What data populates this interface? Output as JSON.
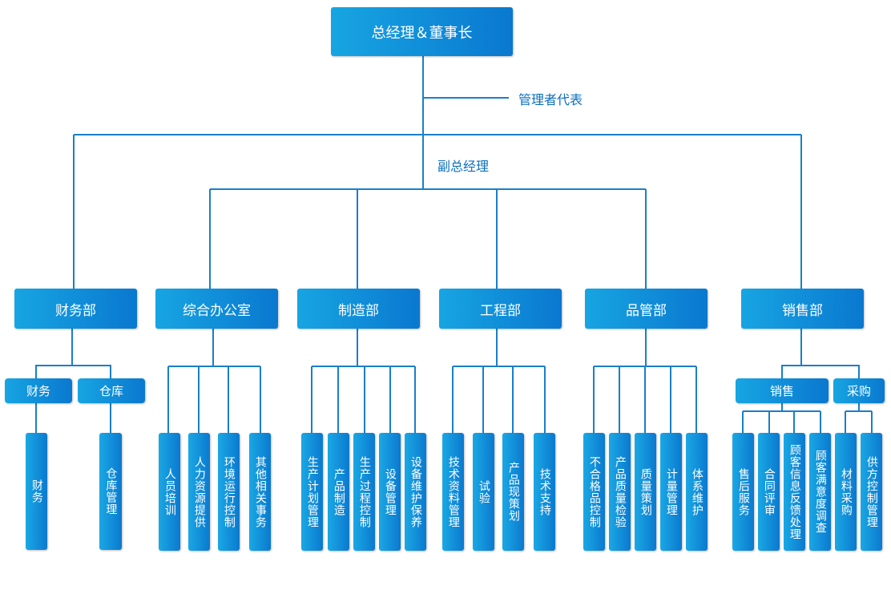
{
  "top": {
    "label": "总经理＆董事长"
  },
  "labels": {
    "rep": "管理者代表",
    "vice": "副总经理"
  },
  "departments": [
    {
      "label": "财务部"
    },
    {
      "label": "综合办公室"
    },
    {
      "label": "制造部"
    },
    {
      "label": "工程部"
    },
    {
      "label": "品管部"
    },
    {
      "label": "销售部"
    }
  ],
  "subgroups": [
    {
      "label": "财务"
    },
    {
      "label": "仓库"
    },
    {
      "label": "销售"
    },
    {
      "label": "采购"
    }
  ],
  "leaves": [
    "财务",
    "仓库管理",
    "人员培训",
    "人力资源提供",
    "环境运行控制",
    "其他相关事务",
    "生产计划管理",
    "产品制造",
    "生产过程控制",
    "设备管理",
    "设备维护保养",
    "技术资料管理",
    "试验",
    "产品现策划",
    "技术支持",
    "不合格品控制",
    "产品质量检验",
    "质量策划",
    "计量管理",
    "体系维护",
    "售后服务",
    "合同评审",
    "顾客信息反馈处理",
    "顾客满意度调查",
    "材料采购",
    "供方控制管理"
  ]
}
